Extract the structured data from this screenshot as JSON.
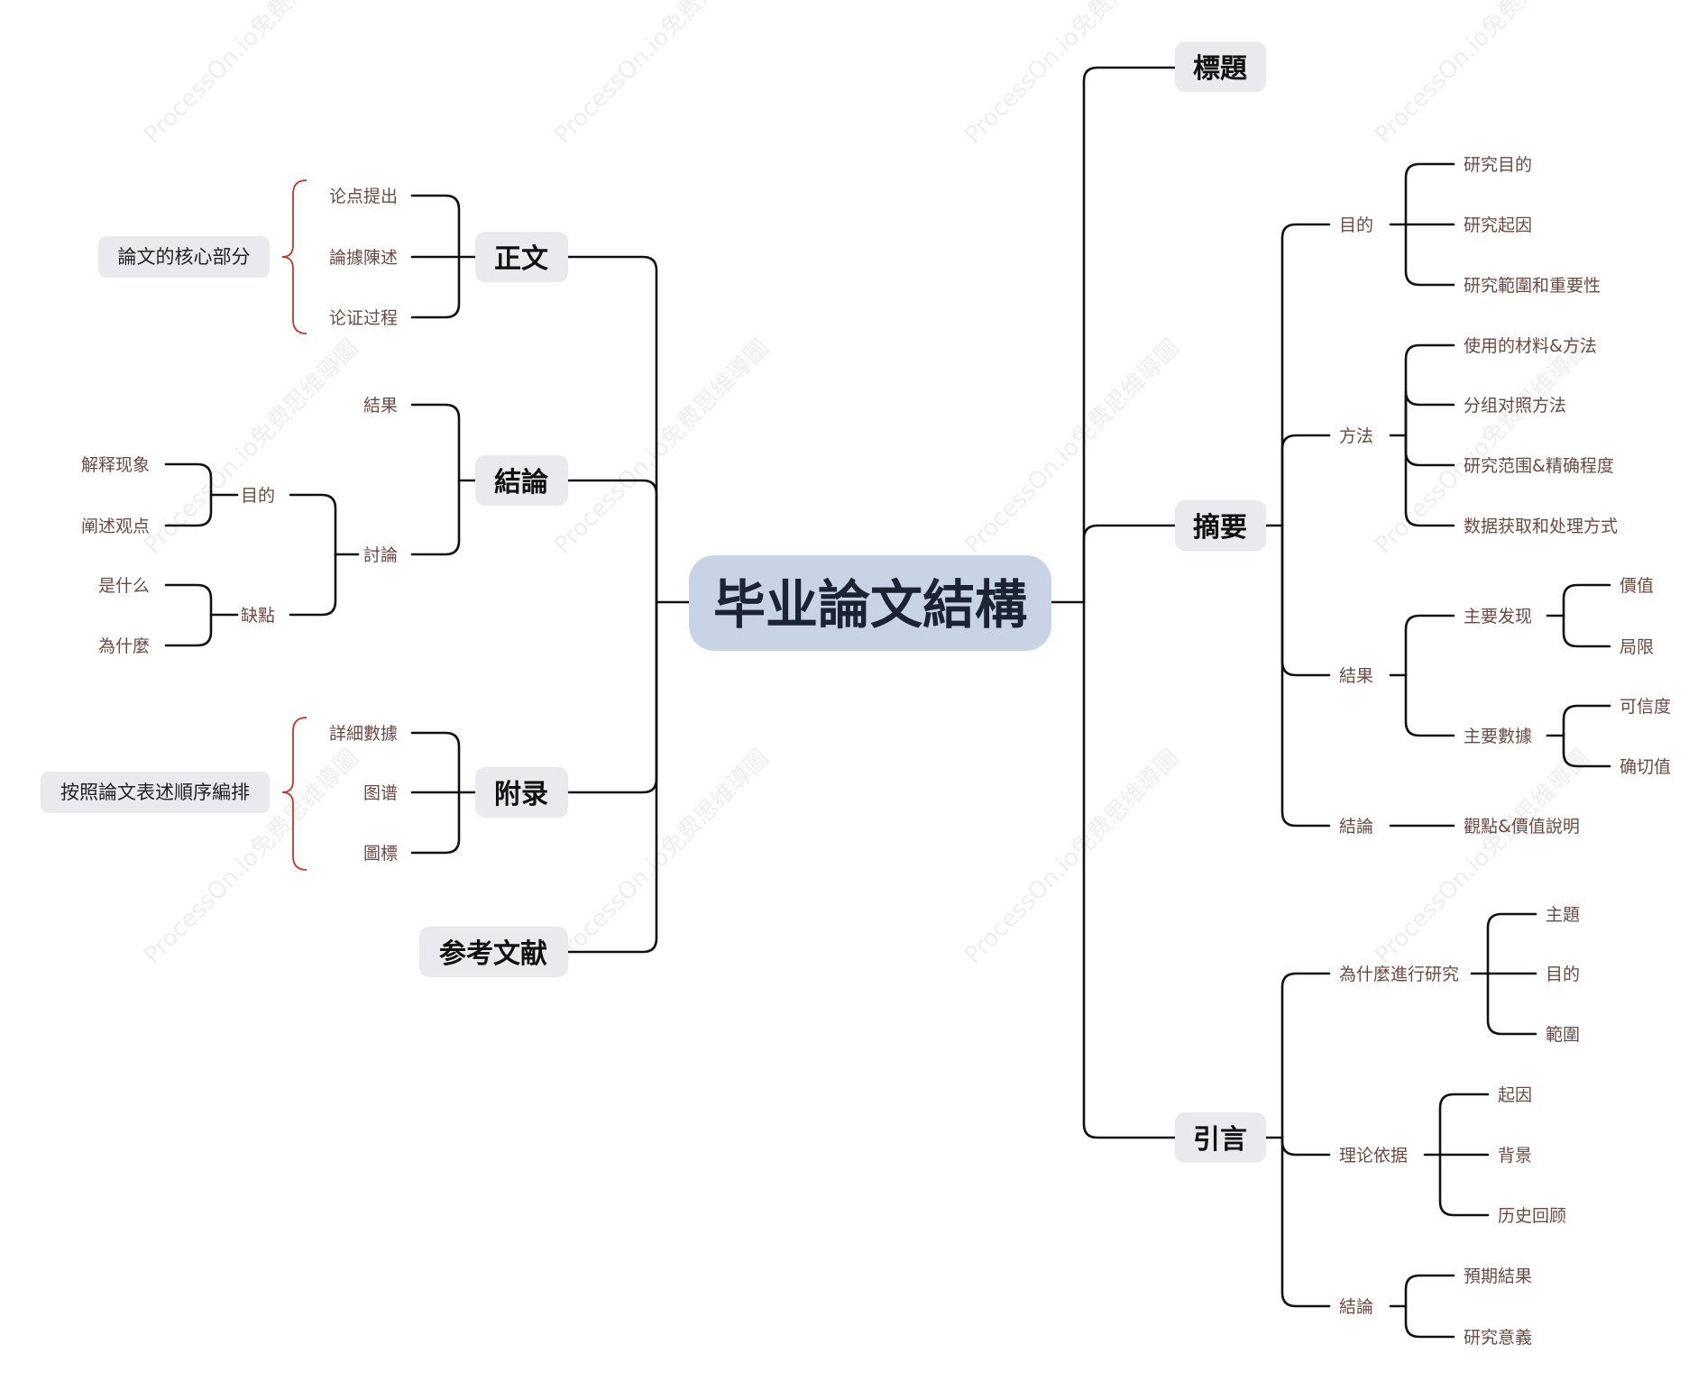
{
  "watermark": "ProcessOn.io免费思维導圖",
  "root": {
    "label": "毕业論文結構"
  },
  "right": {
    "title": {
      "label": "標題"
    },
    "abstract": {
      "label": "摘要",
      "purpose": {
        "label": "目的",
        "items": [
          "研究目的",
          "研究起因",
          "研究範圍和重要性"
        ]
      },
      "method": {
        "label": "方法",
        "items": [
          "使用的材料&方法",
          "分组对照方法",
          "研究范围&精确程度",
          "数据获取和处理方式"
        ]
      },
      "results": {
        "label": "結果",
        "findings": {
          "label": "主要发现",
          "items": [
            "價值",
            "局限"
          ]
        },
        "data": {
          "label": "主要數據",
          "items": [
            "可信度",
            "确切值"
          ]
        }
      },
      "conclusion": {
        "label": "結論",
        "item": "觀點&價值說明"
      }
    },
    "intro": {
      "label": "引言",
      "why": {
        "label": "為什麼進行研究",
        "items": [
          "主題",
          "目的",
          "範圍"
        ]
      },
      "theory": {
        "label": "理论依据",
        "items": [
          "起因",
          "背景",
          "历史回顾"
        ]
      },
      "conclusion": {
        "label": "結論",
        "items": [
          "預期結果",
          "研究意義"
        ]
      }
    }
  },
  "left": {
    "body": {
      "label": "正文",
      "items": [
        "论点提出",
        "論據陳述",
        "论证过程"
      ],
      "note": "論文的核心部分"
    },
    "conclusion": {
      "label": "結論",
      "result": {
        "label": "結果"
      },
      "discussion": {
        "label": "討論",
        "purpose": {
          "label": "目的",
          "items": [
            "解释现象",
            "阐述观点"
          ]
        },
        "drawback": {
          "label": "缺點",
          "items": [
            "是什么",
            "為什麼"
          ]
        }
      }
    },
    "appendix": {
      "label": "附录",
      "items": [
        "詳細數據",
        "图谱",
        "圖標"
      ],
      "note": "按照論文表述順序編排"
    },
    "references": {
      "label": "参考文献"
    }
  }
}
